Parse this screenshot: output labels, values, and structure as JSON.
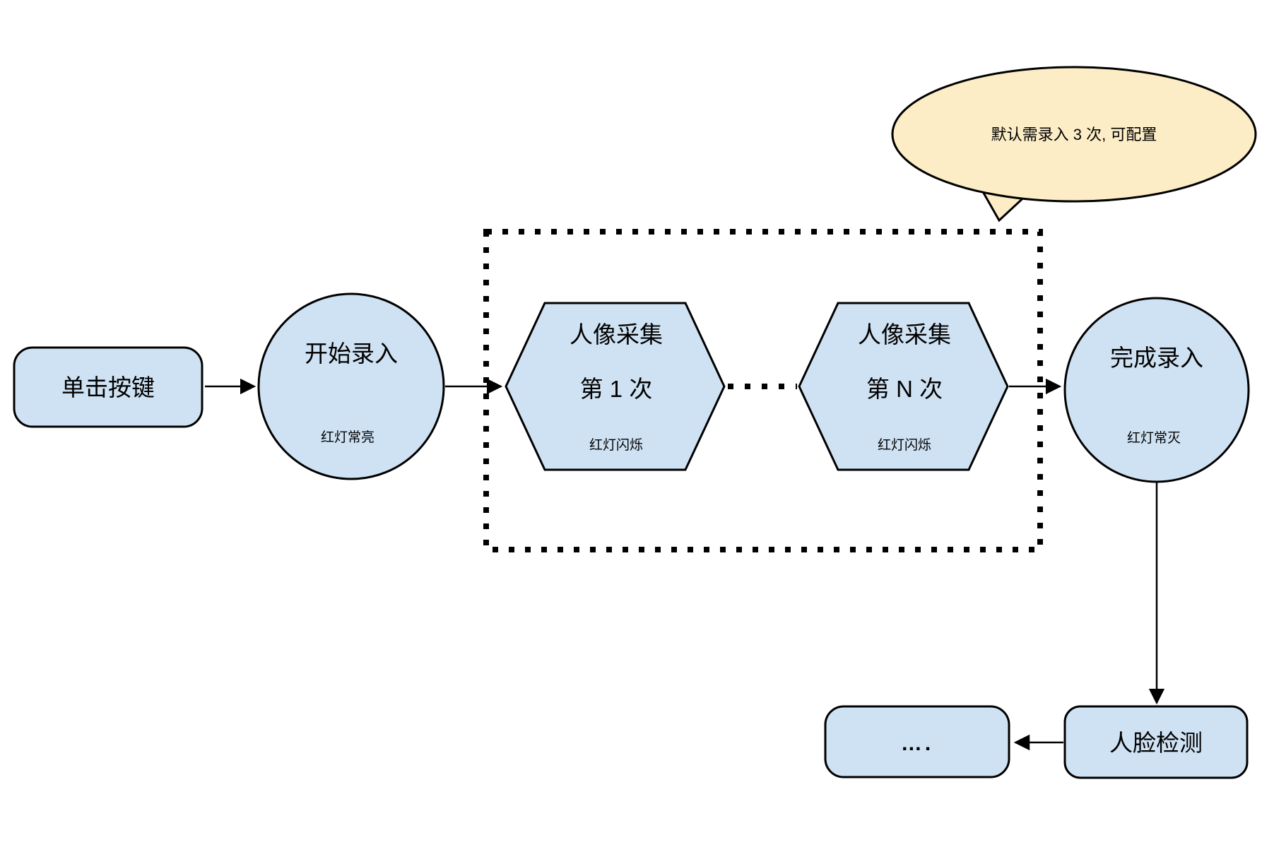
{
  "colors": {
    "node_fill": "#cfe2f3",
    "node_stroke": "#000000",
    "callout_fill": "#fcedc6"
  },
  "nodes": {
    "start_button": {
      "label": "单击按键"
    },
    "start_record": {
      "title": "开始录入",
      "status": "红灯常亮"
    },
    "capture_first": {
      "line1": "人像采集",
      "line2": "第 1 次",
      "status": "红灯闪烁"
    },
    "capture_nth": {
      "line1": "人像采集",
      "line2": "第 N 次",
      "status": "红灯闪烁"
    },
    "finish_record": {
      "title": "完成录入",
      "status": "红灯常灭"
    },
    "face_detect": {
      "label": "人脸检测"
    },
    "ellipsis_box": {
      "label": "…."
    }
  },
  "callout": {
    "text": "默认需录入 3 次, 可配置"
  }
}
